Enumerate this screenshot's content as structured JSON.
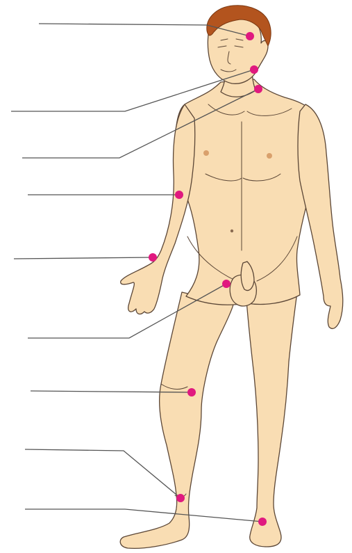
{
  "diagram": {
    "type": "anatomical-illustration",
    "subject": "standing-male-figure",
    "label_lines_count": 9,
    "label_texts": [
      "",
      "",
      "",
      "",
      "",
      "",
      "",
      "",
      ""
    ],
    "colors": {
      "skin": "#F9DDB3",
      "outline": "#5B4636",
      "hair": "#B3541E",
      "marker": "#E0197F",
      "leader_line": "#555555",
      "background": "#FFFFFF"
    }
  }
}
